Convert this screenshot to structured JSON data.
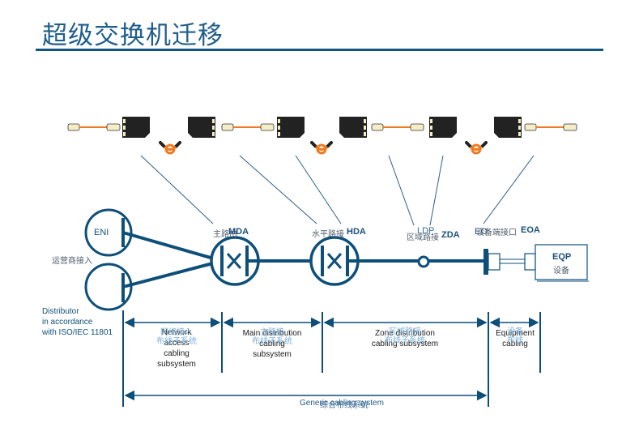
{
  "title": "超级交换机迁移",
  "nodes": {
    "eni": "ENI",
    "operator_access": "运营商接入",
    "distributor": [
      "Distributor",
      "in accordance",
      "with ISO/IEC 11801"
    ],
    "mda_cn": "主路由",
    "mda_en": "MDA",
    "hda_cn": "水平路接",
    "hda_en": "HDA",
    "zda_cn": "区域路接",
    "zda_en": "ZDA",
    "ldp": "LDP",
    "eo": "EO",
    "eoa_cn": "设备端接口",
    "eoa_en": "EOA",
    "eqp": "EQP",
    "eqp_cn": "设备"
  },
  "subsystems": {
    "network_access": {
      "en": [
        "Network",
        "access",
        "cabling",
        "subsystem"
      ],
      "cn": [
        "网络接入",
        "布线子系统"
      ]
    },
    "main_distribution": {
      "en": [
        "Main distribution",
        "cabling",
        "subsystem"
      ],
      "cn": [
        "主路接",
        "布线子系统"
      ]
    },
    "zone_distribution": {
      "en": [
        "Zone distribution",
        "cabling subsystem"
      ],
      "cn": [
        "区域路接",
        "布线子系统"
      ]
    },
    "equipment": {
      "en": [
        "Equipment",
        "cabling"
      ],
      "cn": [
        "设备",
        "布线"
      ]
    },
    "generic": {
      "en": "Generic cabling system",
      "cn": "综合布线系统"
    }
  },
  "colors": {
    "primary": "#0e4f7a",
    "orange": "#f07a1e",
    "overlay": "#6fa8d8"
  }
}
